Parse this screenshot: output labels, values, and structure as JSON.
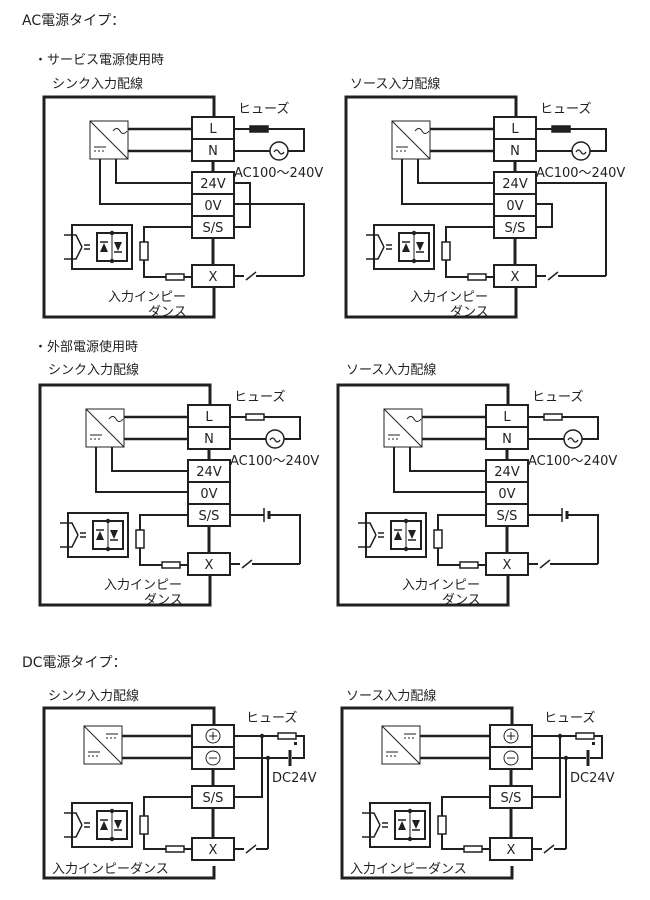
{
  "sections": {
    "ac": {
      "heading": "AC電源タイプ：",
      "service": {
        "bullet": "・サービス電源使用時",
        "sink_title": "シンク入力配線",
        "source_title": "ソース入力配線"
      },
      "external": {
        "bullet": "・外部電源使用時",
        "sink_title": "シンク入力配線",
        "source_title": "ソース入力配線"
      }
    },
    "dc": {
      "heading": "DC電源タイプ：",
      "sink_title": "シンク入力配線",
      "source_title": "ソース入力配線"
    }
  },
  "labels": {
    "fuse": "ヒューズ",
    "ac_voltage": "AC100〜240V",
    "dc_voltage": "DC24V",
    "impedance_line1": "入力インピー",
    "impedance_line2": "ダンス",
    "impedance_full": "入力インピーダンス",
    "terminal_L": "L",
    "terminal_N": "N",
    "terminal_24V": "24V",
    "terminal_0V": "0V",
    "terminal_SS": "S/S",
    "terminal_X": "X",
    "ac_symbol": "~"
  },
  "colors": {
    "ink": "#231f20",
    "background": "#ffffff"
  }
}
